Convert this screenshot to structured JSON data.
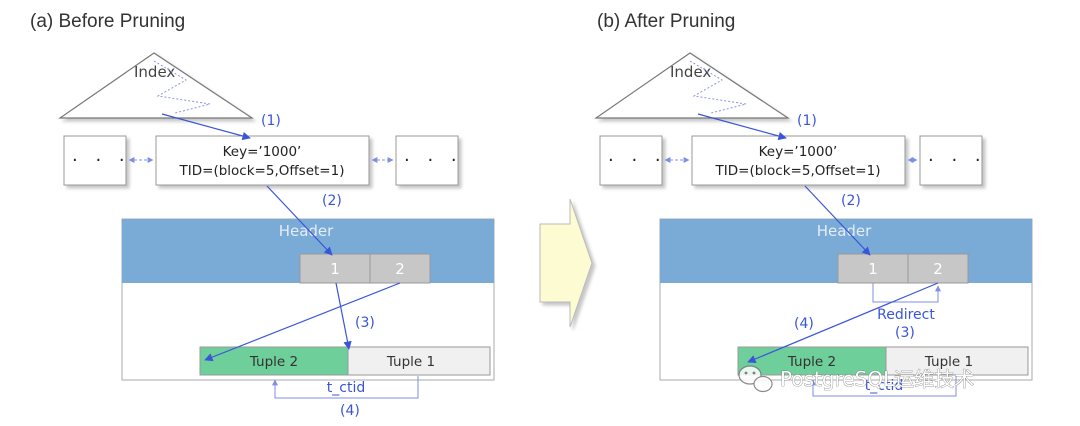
{
  "left": {
    "title": "(a) Before Pruning",
    "index_label": "Index",
    "dots": "· · ·",
    "key_line1": "Key=’1000’",
    "key_line2": "TID=(block=5,Offset=1)",
    "step1": "(1)",
    "step2": "(2)",
    "step3": "(3)",
    "step4": "(4)",
    "header": "Header",
    "slot1": "1",
    "slot2": "2",
    "tuple2": "Tuple 2",
    "tuple1": "Tuple 1",
    "ctid": "t_ctid"
  },
  "right": {
    "title": "(b) After Pruning",
    "index_label": "Index",
    "dots": "· · ·",
    "key_line1": "Key=’1000’",
    "key_line2": "TID=(block=5,Offset=1)",
    "step1": "(1)",
    "step2": "(2)",
    "step3": "(3)",
    "step4": "(4)",
    "redirect": "Redirect",
    "header": "Header",
    "slot1": "1",
    "slot2": "2",
    "tuple2": "Tuple 2",
    "tuple1": "Tuple 1",
    "ctid": "t_ctid"
  },
  "watermark": "PostgreSQL运维技术",
  "colors": {
    "header": "#7aaad6",
    "slot": "#c7c7c7",
    "tuple_green": "#6fcf9b",
    "tuple_grey": "#f0f0f0",
    "arrow": "#3a55d8",
    "big_arrow": "#fdfbd2"
  }
}
